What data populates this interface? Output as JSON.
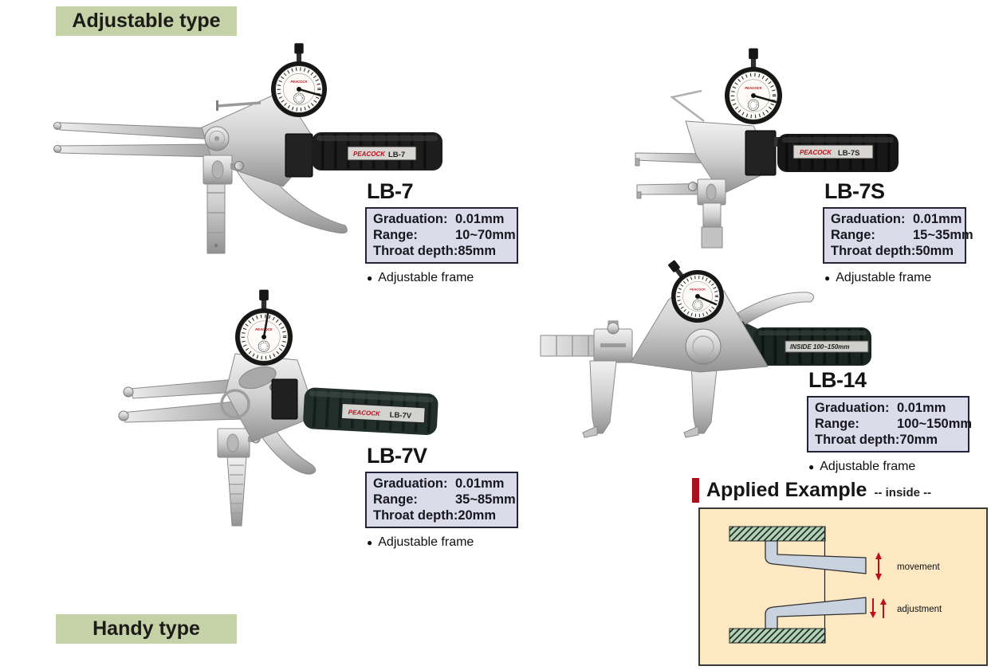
{
  "sections": {
    "top": "Adjustable type",
    "bottom": "Handy type"
  },
  "brand": "PEACOCK",
  "products": [
    {
      "model": "LB-7",
      "handle_label": "LB-7",
      "specs": [
        {
          "label": "Graduation:",
          "value": "0.01mm"
        },
        {
          "label": "Range:",
          "value": "10~70mm"
        },
        {
          "label": "Throat depth:",
          "value": "85mm"
        }
      ],
      "bullet": "●",
      "note": "Adjustable frame"
    },
    {
      "model": "LB-7S",
      "handle_label": "LB-7S",
      "specs": [
        {
          "label": "Graduation:",
          "value": "0.01mm"
        },
        {
          "label": "Range:",
          "value": "15~35mm"
        },
        {
          "label": "Throat depth:",
          "value": "50mm"
        }
      ],
      "bullet": "●",
      "note": "Adjustable frame"
    },
    {
      "model": "LB-7V",
      "handle_label": "LB-7V",
      "specs": [
        {
          "label": "Graduation:",
          "value": "0.01mm"
        },
        {
          "label": "Range:",
          "value": "35~85mm"
        },
        {
          "label": "Throat depth:",
          "value": "20mm"
        }
      ],
      "bullet": "●",
      "note": "Adjustable frame"
    },
    {
      "model": "LB-14",
      "handle_label": "INSIDE  100~150mm",
      "specs": [
        {
          "label": "Graduation:",
          "value": "0.01mm"
        },
        {
          "label": "Range:",
          "value": "100~150mm"
        },
        {
          "label": "Throat depth:",
          "value": "70mm"
        }
      ],
      "bullet": "●",
      "note": "Adjustable frame"
    }
  ],
  "applied_example": {
    "title": "Applied Example",
    "subtitle": "-- inside --",
    "movement_label": "movement",
    "adjustment_label": "adjustment"
  },
  "colors": {
    "banner_bg": "#c5d1a6",
    "table_bg": "#dcdbe9",
    "table_border": "#23233a",
    "accent_red": "#b5101c",
    "example_bg": "#fce9c4",
    "hatch_green": "#afd2b4",
    "jaw_gray": "#c9d3e0",
    "handle_black": "#1d1d1d"
  }
}
